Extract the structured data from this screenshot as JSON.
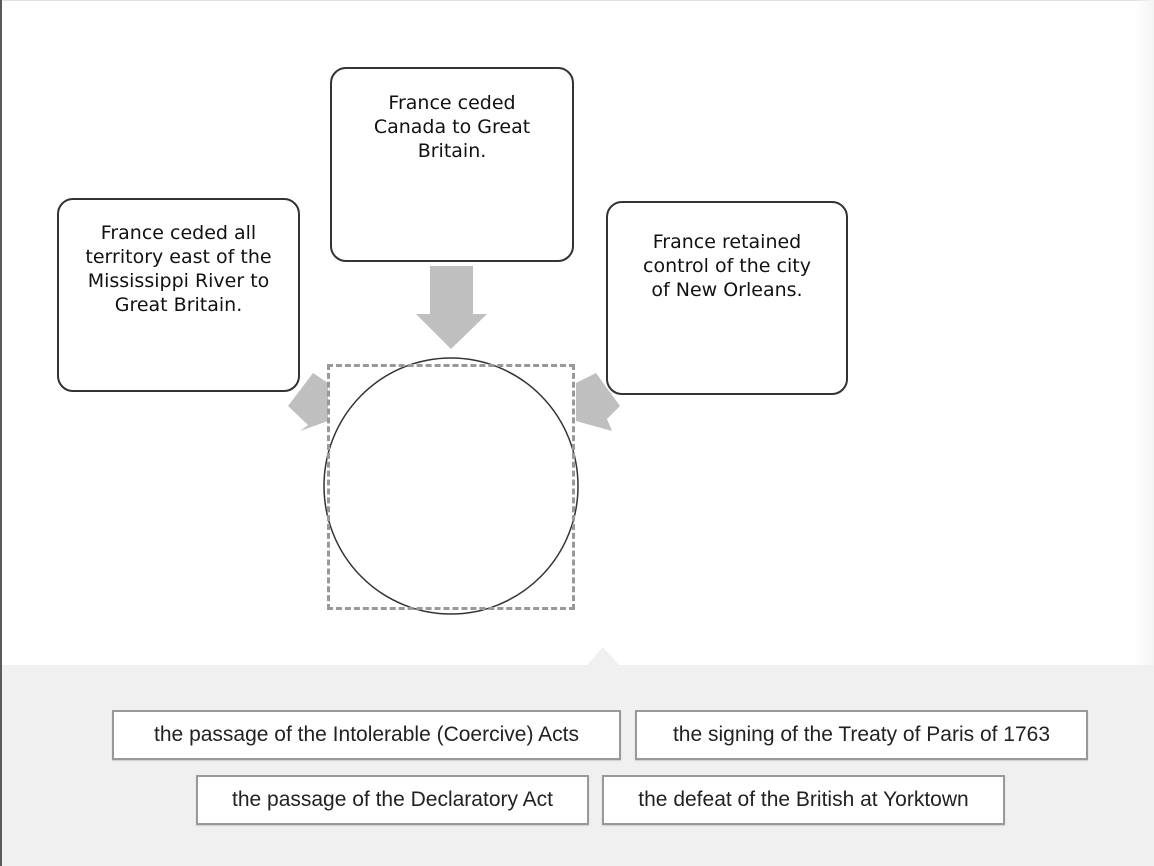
{
  "diagram": {
    "boxes": {
      "left": "France ceded all territory east of the Mississippi River to Great Britain.",
      "top": "France ceded Canada to Great Britain.",
      "right": "France retained control of the city of New Orleans."
    },
    "drop_zone": {
      "value": ""
    },
    "arrow_color": "#bfbfbf"
  },
  "answer_bank": {
    "tiles": [
      {
        "label": "the passage of the Intolerable (Coercive) Acts"
      },
      {
        "label": "the signing of the Treaty of Paris of 1763"
      },
      {
        "label": "the passage of the Declaratory Act"
      },
      {
        "label": "the defeat of the British at Yorktown"
      }
    ]
  }
}
